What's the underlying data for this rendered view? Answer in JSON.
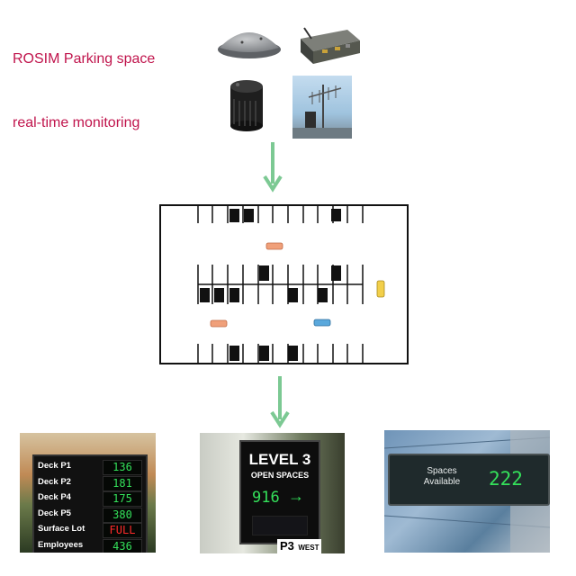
{
  "header": {
    "line1": "ROSIM Parking space",
    "line2": "real-time monitoring"
  },
  "devices": {
    "sensor_disc": "sensor-disc",
    "gateway_box": "gateway-box",
    "cylinder_sensor": "cylinder-sensor",
    "antenna_mast": "antenna-mast"
  },
  "colors": {
    "title": "#c0144c",
    "arrow": "#7cc993",
    "lot_line": "#111111",
    "car_orange": "#f0a07a",
    "car_blue": "#5aa8dc",
    "car_yellow": "#f2cf4a",
    "led_green": "#34e05a",
    "led_red": "#ff2a2a"
  },
  "signs": {
    "deck_sign": {
      "rows": [
        {
          "label": "Deck P1",
          "value": "136"
        },
        {
          "label": "Deck P2",
          "value": "181"
        },
        {
          "label": "Deck P4",
          "value": "175"
        },
        {
          "label": "Deck P5",
          "value": "380"
        },
        {
          "label": "Surface Lot",
          "value": "FULL"
        },
        {
          "label": "Employees",
          "value": "436"
        }
      ]
    },
    "level_sign": {
      "title": "LEVEL 3",
      "subtitle": "OPEN SPACES",
      "count": "916",
      "arrow": "→",
      "bottom_label": "P3",
      "bottom_sub": "WEST"
    },
    "spaces_sign": {
      "label_line1": "Spaces",
      "label_line2": "Available",
      "count": "222"
    }
  }
}
